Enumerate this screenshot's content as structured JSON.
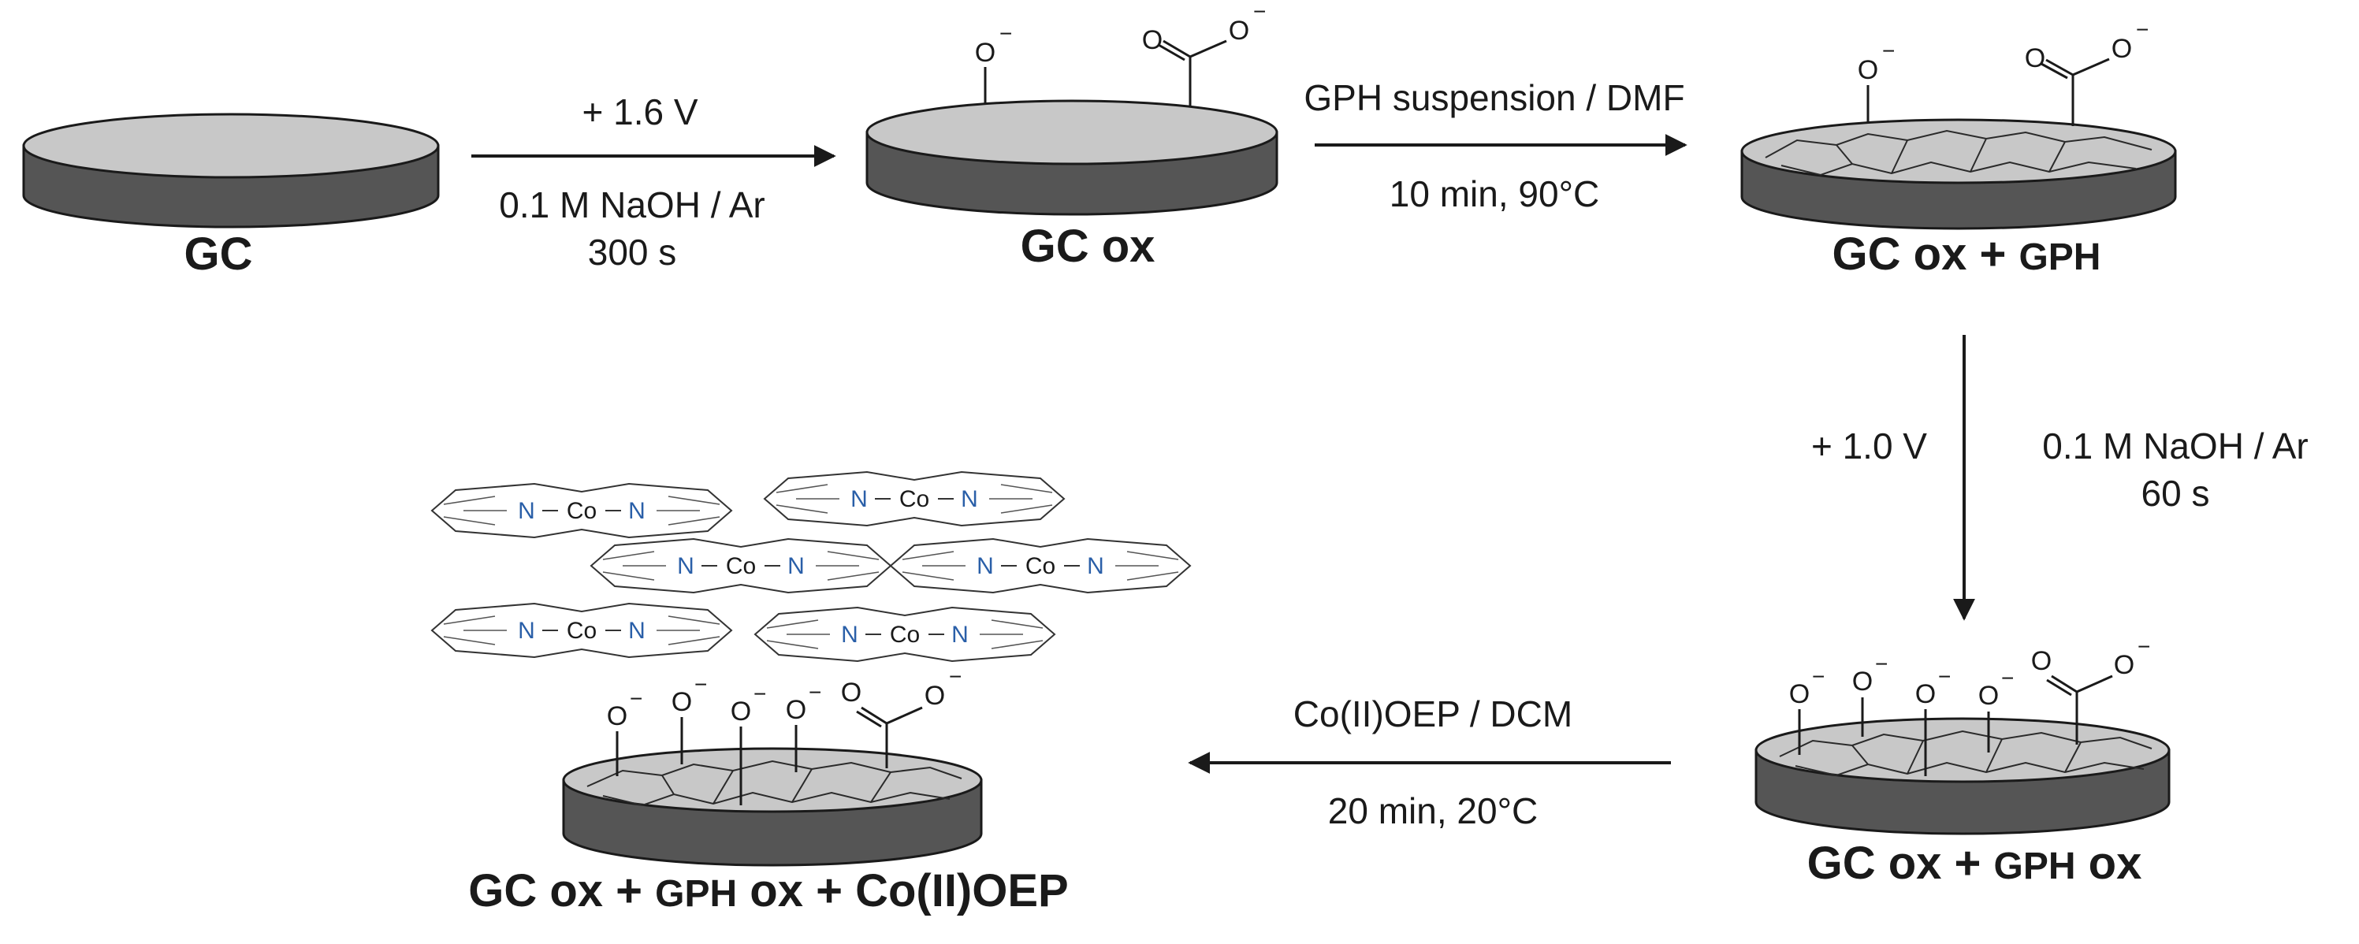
{
  "colors": {
    "disk_top": "#c8c8c8",
    "disk_side": "#555555",
    "ink": "#1a1a1a",
    "nitrogen": "#2a5fa8"
  },
  "electrodes": {
    "gc": {
      "label": "GC"
    },
    "gc_ox": {
      "label": "GC ox"
    },
    "gc_ox_gph": {
      "label_a": "GC ox + ",
      "label_b": "GPH"
    },
    "gc_ox_gph_ox": {
      "label_a": "GC ox + ",
      "label_b": "GPH",
      "label_c": " ox"
    },
    "final": {
      "label_a": "GC ox + ",
      "label_b": "GPH",
      "label_c": " ox + Co(II)OEP"
    }
  },
  "steps": {
    "step1": {
      "above": "+ 1.6 V",
      "below_1": "0.1 M NaOH / Ar",
      "below_2": "300 s"
    },
    "step2": {
      "above": "GPH suspension / DMF",
      "below": "10 min, 90°C"
    },
    "step3": {
      "left": "+ 1.0 V",
      "right_1": "0.1 M NaOH / Ar",
      "right_2": "60 s"
    },
    "step4": {
      "above": "Co(II)OEP / DCM",
      "below": "20 min, 20°C"
    }
  },
  "groups": {
    "oxygen": "O",
    "charge": "−"
  },
  "porphyrin": {
    "n": "N",
    "co": "Co"
  },
  "icons": [
    "arrow-right",
    "arrow-down",
    "arrow-left"
  ]
}
